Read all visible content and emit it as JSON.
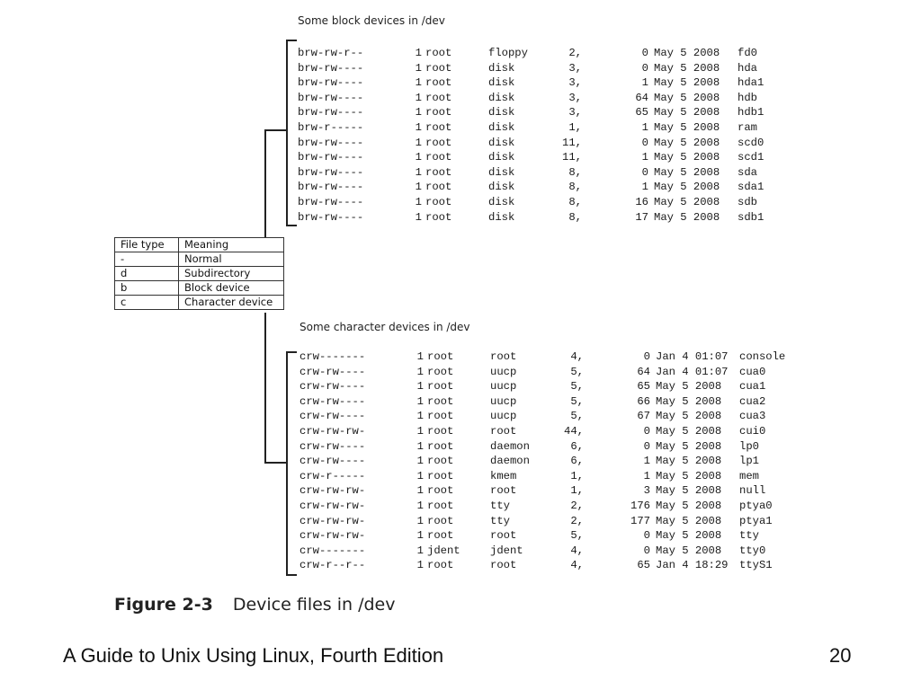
{
  "block_section": {
    "title": "Some block devices in /dev",
    "rows": [
      {
        "perm": "brw-rw-r--",
        "links": "1",
        "owner": "root",
        "group": "floppy",
        "major": "2,",
        "minor": "0",
        "date": "May 5 2008",
        "name": "fd0"
      },
      {
        "perm": "brw-rw----",
        "links": "1",
        "owner": "root",
        "group": "disk",
        "major": "3,",
        "minor": "0",
        "date": "May 5 2008",
        "name": "hda"
      },
      {
        "perm": "brw-rw----",
        "links": "1",
        "owner": "root",
        "group": "disk",
        "major": "3,",
        "minor": "1",
        "date": "May 5 2008",
        "name": "hda1"
      },
      {
        "perm": "brw-rw----",
        "links": "1",
        "owner": "root",
        "group": "disk",
        "major": "3,",
        "minor": "64",
        "date": "May 5 2008",
        "name": "hdb"
      },
      {
        "perm": "brw-rw----",
        "links": "1",
        "owner": "root",
        "group": "disk",
        "major": "3,",
        "minor": "65",
        "date": "May 5 2008",
        "name": "hdb1"
      },
      {
        "perm": "brw-r-----",
        "links": "1",
        "owner": "root",
        "group": "disk",
        "major": "1,",
        "minor": "1",
        "date": "May 5 2008",
        "name": "ram"
      },
      {
        "perm": "brw-rw----",
        "links": "1",
        "owner": "root",
        "group": "disk",
        "major": "11,",
        "minor": "0",
        "date": "May 5 2008",
        "name": "scd0"
      },
      {
        "perm": "brw-rw----",
        "links": "1",
        "owner": "root",
        "group": "disk",
        "major": "11,",
        "minor": "1",
        "date": "May 5 2008",
        "name": "scd1"
      },
      {
        "perm": "brw-rw----",
        "links": "1",
        "owner": "root",
        "group": "disk",
        "major": "8,",
        "minor": "0",
        "date": "May 5 2008",
        "name": "sda"
      },
      {
        "perm": "brw-rw----",
        "links": "1",
        "owner": "root",
        "group": "disk",
        "major": "8,",
        "minor": "1",
        "date": "May 5 2008",
        "name": "sda1"
      },
      {
        "perm": "brw-rw----",
        "links": "1",
        "owner": "root",
        "group": "disk",
        "major": "8,",
        "minor": "16",
        "date": "May 5 2008",
        "name": "sdb"
      },
      {
        "perm": "brw-rw----",
        "links": "1",
        "owner": "root",
        "group": "disk",
        "major": "8,",
        "minor": "17",
        "date": "May 5 2008",
        "name": "sdb1"
      }
    ]
  },
  "char_section": {
    "title": "Some character devices in /dev",
    "rows": [
      {
        "perm": "crw-------",
        "links": "1",
        "owner": "root",
        "group": "root",
        "major": "4,",
        "minor": "0",
        "date": "Jan 4 01:07",
        "name": "console"
      },
      {
        "perm": "crw-rw----",
        "links": "1",
        "owner": "root",
        "group": "uucp",
        "major": "5,",
        "minor": "64",
        "date": "Jan 4 01:07",
        "name": "cua0"
      },
      {
        "perm": "crw-rw----",
        "links": "1",
        "owner": "root",
        "group": "uucp",
        "major": "5,",
        "minor": "65",
        "date": "May 5 2008",
        "name": "cua1"
      },
      {
        "perm": "crw-rw----",
        "links": "1",
        "owner": "root",
        "group": "uucp",
        "major": "5,",
        "minor": "66",
        "date": "May 5 2008",
        "name": "cua2"
      },
      {
        "perm": "crw-rw----",
        "links": "1",
        "owner": "root",
        "group": "uucp",
        "major": "5,",
        "minor": "67",
        "date": "May 5 2008",
        "name": "cua3"
      },
      {
        "perm": "crw-rw-rw-",
        "links": "1",
        "owner": "root",
        "group": "root",
        "major": "44,",
        "minor": "0",
        "date": "May 5 2008",
        "name": "cui0"
      },
      {
        "perm": "crw-rw----",
        "links": "1",
        "owner": "root",
        "group": "daemon",
        "major": "6,",
        "minor": "0",
        "date": "May 5 2008",
        "name": "lp0"
      },
      {
        "perm": "crw-rw----",
        "links": "1",
        "owner": "root",
        "group": "daemon",
        "major": "6,",
        "minor": "1",
        "date": "May 5 2008",
        "name": "lp1"
      },
      {
        "perm": "crw-r-----",
        "links": "1",
        "owner": "root",
        "group": "kmem",
        "major": "1,",
        "minor": "1",
        "date": "May 5 2008",
        "name": "mem"
      },
      {
        "perm": "crw-rw-rw-",
        "links": "1",
        "owner": "root",
        "group": "root",
        "major": "1,",
        "minor": "3",
        "date": "May 5 2008",
        "name": "null"
      },
      {
        "perm": "crw-rw-rw-",
        "links": "1",
        "owner": "root",
        "group": "tty",
        "major": "2,",
        "minor": "176",
        "date": "May 5 2008",
        "name": "ptya0"
      },
      {
        "perm": "crw-rw-rw-",
        "links": "1",
        "owner": "root",
        "group": "tty",
        "major": "2,",
        "minor": "177",
        "date": "May 5 2008",
        "name": "ptya1"
      },
      {
        "perm": "crw-rw-rw-",
        "links": "1",
        "owner": "root",
        "group": "root",
        "major": "5,",
        "minor": "0",
        "date": "May 5 2008",
        "name": "tty"
      },
      {
        "perm": "crw-------",
        "links": "1",
        "owner": "jdent",
        "group": "jdent",
        "major": "4,",
        "minor": "0",
        "date": "May 5 2008",
        "name": "tty0"
      },
      {
        "perm": "crw-r--r--",
        "links": "1",
        "owner": "root",
        "group": "root",
        "major": "4,",
        "minor": "65",
        "date": "Jan 4 18:29",
        "name": "ttyS1"
      }
    ]
  },
  "legend": {
    "headers": [
      "File type",
      "Meaning"
    ],
    "rows": [
      [
        "-",
        "Normal"
      ],
      [
        "d",
        "Subdirectory"
      ],
      [
        "b",
        "Block device"
      ],
      [
        "c",
        "Character device"
      ]
    ]
  },
  "caption": {
    "number": "Figure 2-3",
    "text": "Device files in /dev"
  },
  "footer": {
    "book_title": "A Guide to Unix Using Linux, Fourth Edition",
    "page_number": "20"
  }
}
